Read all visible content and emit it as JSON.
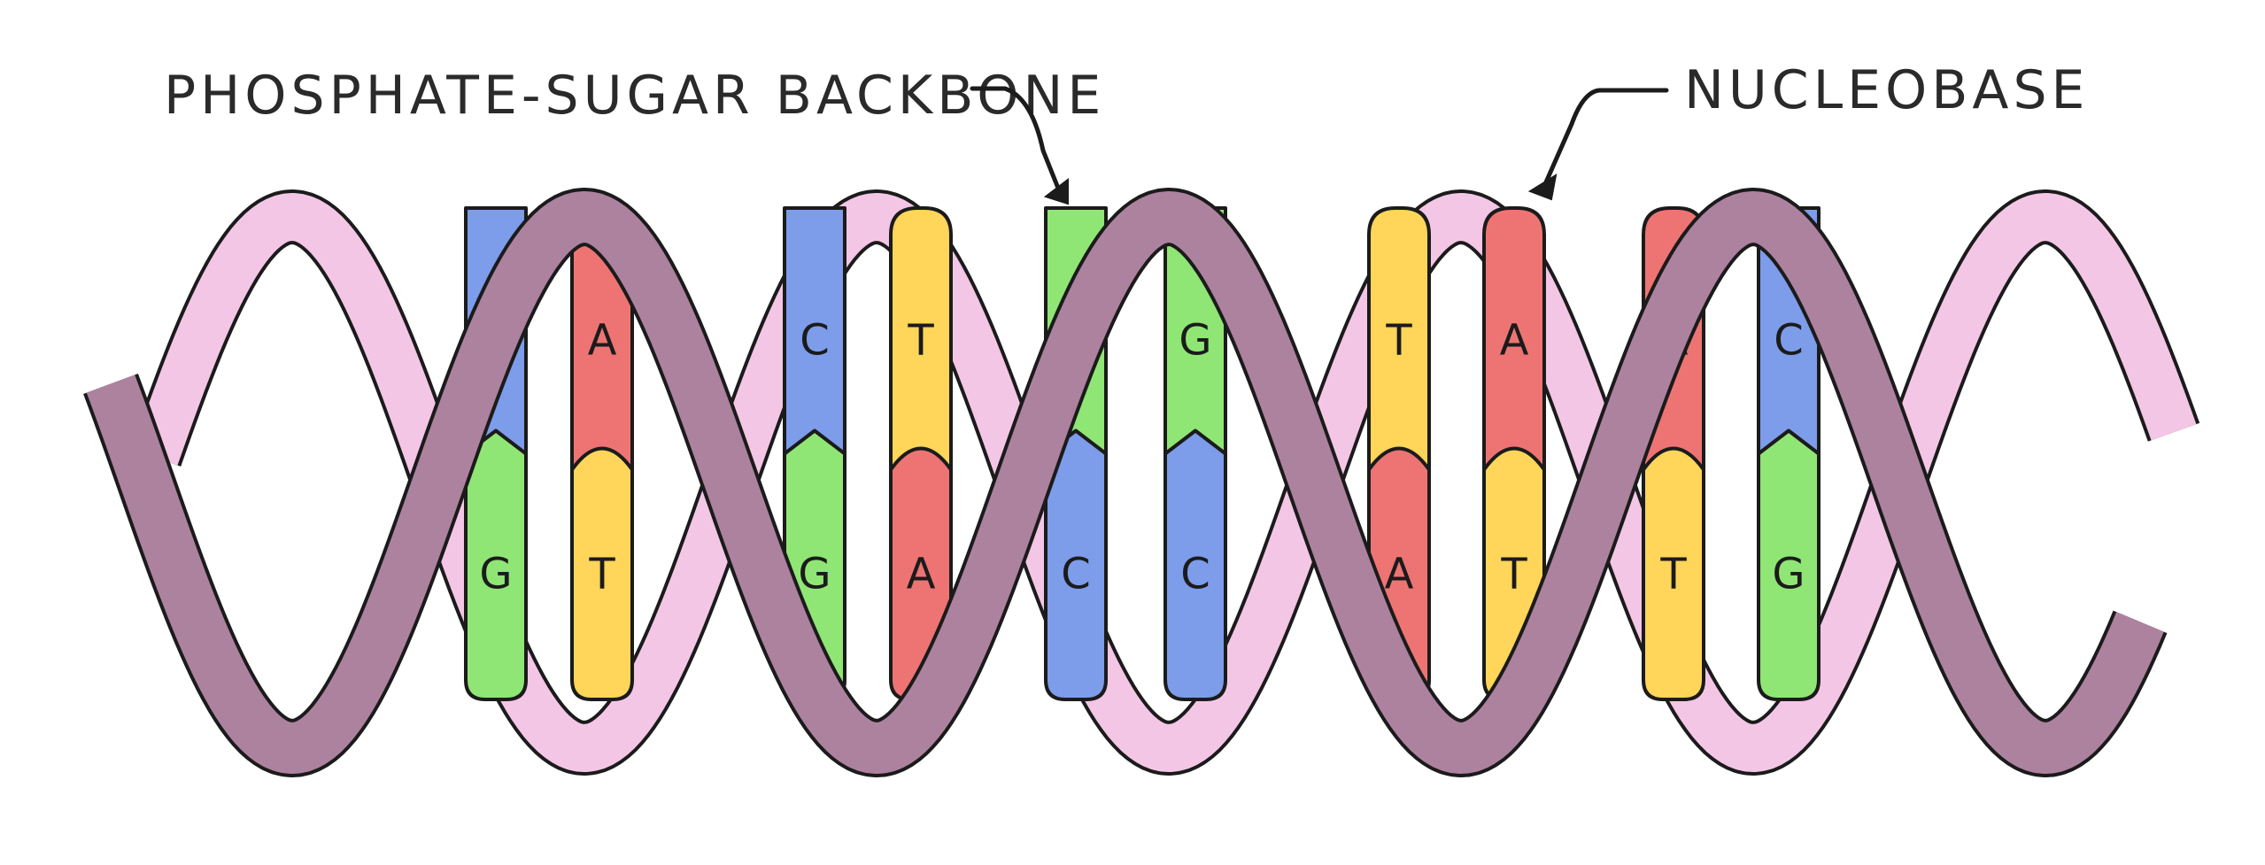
{
  "labels": {
    "backbone": "PHOSPHATE-SUGAR BACKBONE",
    "nucleobase": "NUCLEOBASE"
  },
  "colors": {
    "A": "#ee7474",
    "T": "#ffd55a",
    "C": "#7d9cea",
    "G": "#8fe674",
    "strand_back": "#f4c6e5",
    "strand_front": "#ad829f",
    "outline": "#1b1b1b"
  },
  "base_pairs": [
    {
      "top": "C",
      "bottom": "G",
      "shape": "arrow"
    },
    {
      "top": "A",
      "bottom": "T",
      "shape": "round"
    },
    {
      "top": "C",
      "bottom": "G",
      "shape": "arrow"
    },
    {
      "top": "T",
      "bottom": "A",
      "shape": "round"
    },
    {
      "top": "G",
      "bottom": "C",
      "shape": "arrow"
    },
    {
      "top": "G",
      "bottom": "C",
      "shape": "arrow"
    },
    {
      "top": "T",
      "bottom": "A",
      "shape": "round"
    },
    {
      "top": "A",
      "bottom": "T",
      "shape": "round"
    },
    {
      "top": "A",
      "bottom": "T",
      "shape": "round"
    },
    {
      "top": "C",
      "bottom": "G",
      "shape": "arrow"
    }
  ]
}
